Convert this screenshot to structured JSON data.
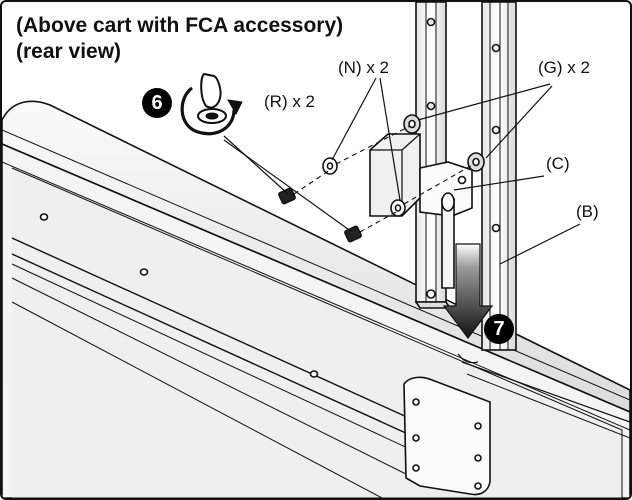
{
  "title": {
    "line1": "(Above cart with FCA accessory)",
    "line2": "(rear view)"
  },
  "steps": {
    "first": "6",
    "second": "7"
  },
  "labels": {
    "r": "(R) x 2",
    "n": "(N) x 2",
    "g": "(G) x 2",
    "c": "(C)",
    "b": "(B)"
  },
  "icons": {
    "rotation": "rotate-clockwise-icon",
    "direction": "down-arrow-icon"
  },
  "colors": {
    "line": "#111111",
    "panel": "#f2f2f2",
    "shade": "#d9d9d9"
  }
}
